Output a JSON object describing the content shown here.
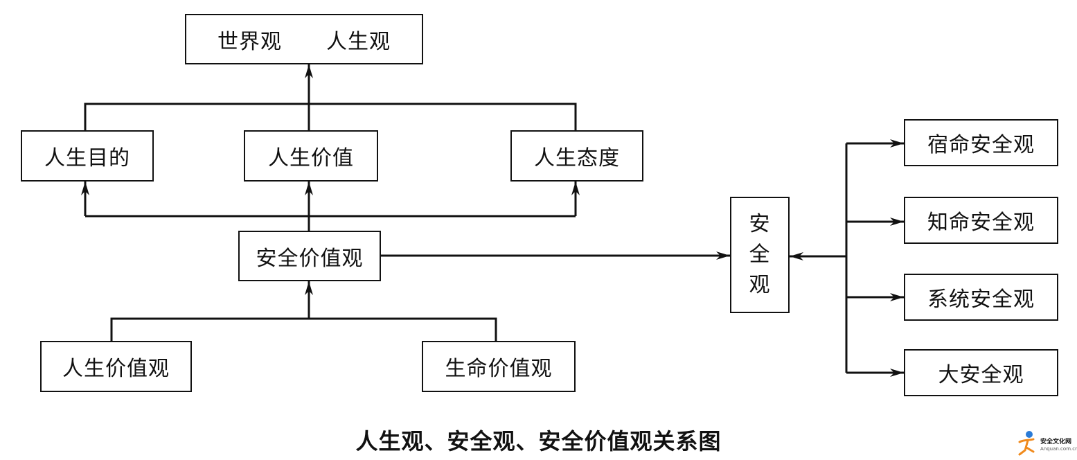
{
  "boxes": {
    "worldview": "世界观",
    "lifeview": "人生观",
    "life_purpose": "人生目的",
    "life_value": "人生价值",
    "life_attitude": "人生态度",
    "safety_value_view": "安全价值观",
    "life_value_view": "人生价值观",
    "life_safety_value_view": "生命价值观",
    "safety_view": [
      "安",
      "全",
      "观"
    ],
    "fatalism_safety": "宿命安全观",
    "knowing_safety": "知命安全观",
    "system_safety": "系统安全观",
    "grand_safety": "大安全观"
  },
  "caption": "人生观、安全观、安全价值观关系图",
  "logo": {
    "line1": "安全文化网",
    "line2": "Anquan.com.cn"
  },
  "colors": {
    "line": "#111111",
    "logo_blue": "#2b7bd6",
    "logo_orange": "#f08a1c"
  }
}
